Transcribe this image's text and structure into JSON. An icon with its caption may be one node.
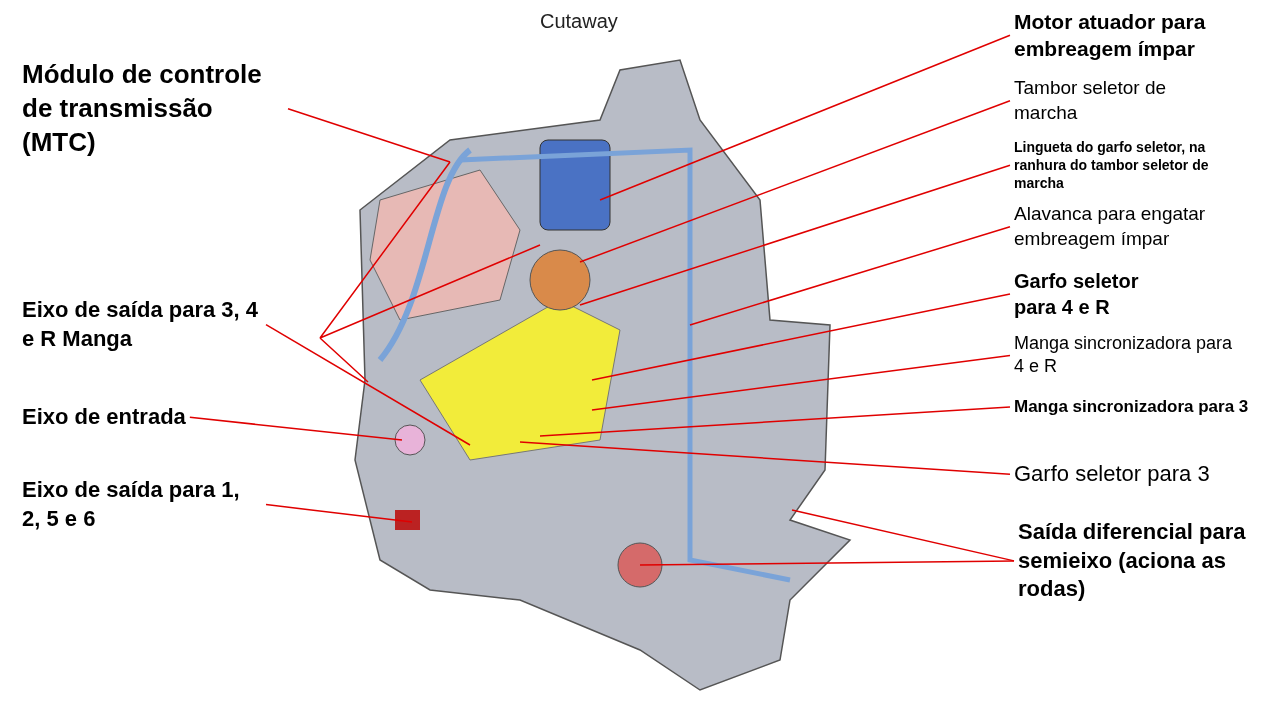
{
  "diagram": {
    "title": "Cutaway",
    "nodes": [
      {
        "text": [
          "Módulo de controle de transmissão (MTC)"
        ]
      },
      {
        "text": [
          "Eixo de saída para 3, 4 e R Manga"
        ]
      },
      {
        "text": [
          "Eixo de entrada"
        ]
      },
      {
        "text": [
          "Eixo de saída para 1, 2, 5 e 6"
        ]
      },
      {
        "text": [
          "Motor atuador para embreagem ímpar"
        ]
      },
      {
        "text": [
          "Tambor seletor de marcha"
        ]
      },
      {
        "text": [
          "Lingueta do garfo seletor, na ranhura do tambor seletor de marcha"
        ]
      },
      {
        "text": [
          "Alavanca para engatar embreagem ímpar"
        ]
      },
      {
        "text": [
          "Garfo seletor para 4 e R"
        ]
      },
      {
        "text": [
          "Manga sincronizadora para 4 e R"
        ]
      },
      {
        "text": [
          "Manga sincronizadora para 3"
        ]
      },
      {
        "text": [
          "Garfo seletor para 3"
        ]
      },
      {
        "text": [
          "Saída diferencial para semieixo (aciona as rodas)"
        ]
      }
    ],
    "edges": [
      {
        "from": 0,
        "to": null,
        "arrow": "none"
      },
      {
        "from": 1,
        "to": null,
        "arrow": "none"
      },
      {
        "from": 2,
        "to": null,
        "arrow": "none"
      },
      {
        "from": 3,
        "to": null,
        "arrow": "none"
      },
      {
        "from": 4,
        "to": null,
        "arrow": "none"
      },
      {
        "from": 5,
        "to": null,
        "arrow": "none"
      },
      {
        "from": 6,
        "to": null,
        "arrow": "none"
      },
      {
        "from": 7,
        "to": null,
        "arrow": "none"
      },
      {
        "from": 8,
        "to": null,
        "arrow": "none"
      },
      {
        "from": 9,
        "to": null,
        "arrow": "none"
      },
      {
        "from": 10,
        "to": null,
        "arrow": "none"
      },
      {
        "from": 11,
        "to": null,
        "arrow": "none"
      },
      {
        "from": 12,
        "to": null,
        "arrow": "none"
      },
      {
        "from": 12,
        "to": null,
        "arrow": "none"
      }
    ]
  }
}
